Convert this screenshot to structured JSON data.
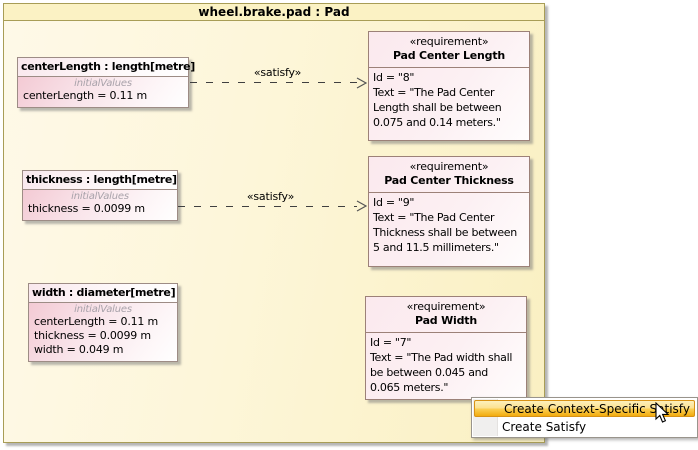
{
  "frame": {
    "title": "wheel.brake.pad : Pad"
  },
  "parts": [
    {
      "header": "centerLength : length[metre]",
      "stereotype": "initialValues",
      "values": [
        "centerLength = 0.11 m"
      ]
    },
    {
      "header": "thickness : length[metre]",
      "stereotype": "initialValues",
      "values": [
        "thickness = 0.0099 m"
      ]
    },
    {
      "header": "width : diameter[metre]",
      "stereotype": "initialValues",
      "values": [
        "centerLength = 0.11 m",
        "thickness = 0.0099 m",
        "width = 0.049 m"
      ]
    }
  ],
  "requirements": [
    {
      "stereotype": "«requirement»",
      "name": "Pad Center Length",
      "body": "Id = \"8\"\nText = \"The Pad Center\nLength shall be between\n0.075 and 0.14 meters.\""
    },
    {
      "stereotype": "«requirement»",
      "name": "Pad Center Thickness",
      "body": "Id = \"9\"\nText = \"The Pad Center\nThickness shall be between\n5 and 11.5 millimeters.\""
    },
    {
      "stereotype": "«requirement»",
      "name": "Pad Width",
      "body": "Id = \"7\"\nText = \"The Pad width shall\nbe between 0.045 and\n0.065 meters.\""
    }
  ],
  "connectors": [
    {
      "label": "«satisfy»"
    },
    {
      "label": "«satisfy»"
    }
  ],
  "context_menu": {
    "items": [
      {
        "label": "Create Context-Specific Satisfy",
        "highlighted": true
      },
      {
        "label": "Create Satisfy",
        "highlighted": false
      }
    ]
  },
  "colors": {
    "frame_fill": "#fbf2c4",
    "frame_border": "#a89d56",
    "part_fill": "#f3cad4",
    "part_border": "#9d8c85",
    "requirement_fill": "#fbe9ee",
    "requirement_border": "#9c8178",
    "menu_highlight": "#fbce52",
    "menu_highlight_border": "#d89215",
    "init_values_text": "#a8a2aa"
  }
}
